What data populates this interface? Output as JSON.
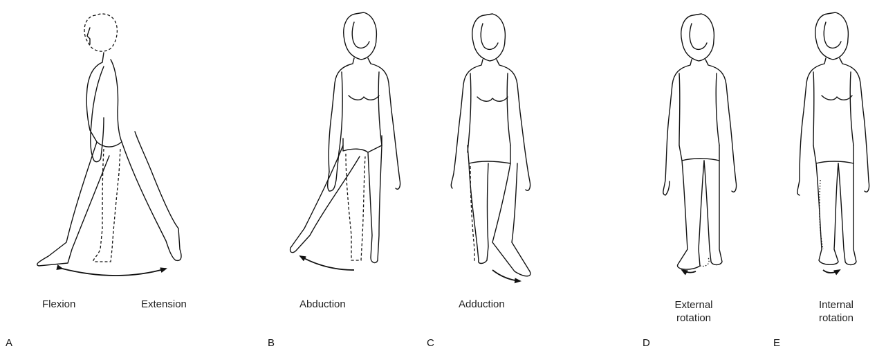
{
  "panels": [
    {
      "letter": "A",
      "labels": [
        "Flexion",
        "Extension"
      ]
    },
    {
      "letter": "B",
      "labels": [
        "Abduction"
      ]
    },
    {
      "letter": "C",
      "labels": [
        "Adduction"
      ]
    },
    {
      "letter": "D",
      "labels": [
        "External",
        "rotation"
      ]
    },
    {
      "letter": "E",
      "labels": [
        "Internal",
        "rotation"
      ]
    }
  ]
}
